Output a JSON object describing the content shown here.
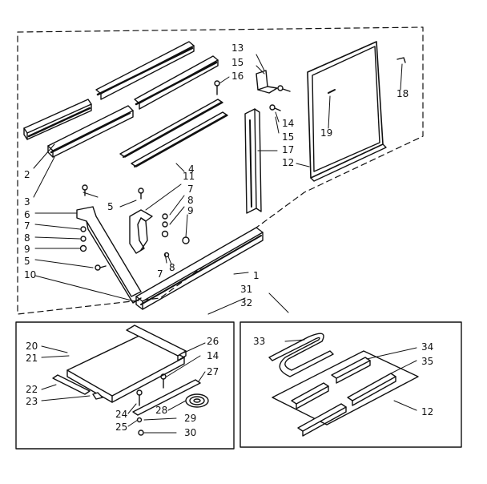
{
  "diagram": {
    "main_labels": {
      "l1": "1",
      "l2": "2",
      "l3": "3",
      "l4": "4",
      "l5a": "5",
      "l5b": "5",
      "l6": "6",
      "l7a": "7",
      "l7b": "7",
      "l7c": "7",
      "l8a": "8",
      "l8b": "8",
      "l8c": "8",
      "l9a": "9",
      "l9b": "9",
      "l10": "10",
      "l11": "11",
      "l12": "12",
      "l13": "13",
      "l14": "14",
      "l15a": "15",
      "l15b": "15",
      "l16": "16",
      "l17": "17",
      "l18": "18",
      "l19": "19",
      "l31": "31",
      "l32": "32"
    },
    "left_box_labels": {
      "l20": "20",
      "l21": "21",
      "l22": "22",
      "l23": "23",
      "l24": "24",
      "l25": "25",
      "l26": "26",
      "l14": "14",
      "l27": "27",
      "l28": "28",
      "l29": "29",
      "l30": "30"
    },
    "right_box_labels": {
      "l33": "33",
      "l34": "34",
      "l35": "35",
      "l12": "12"
    }
  }
}
